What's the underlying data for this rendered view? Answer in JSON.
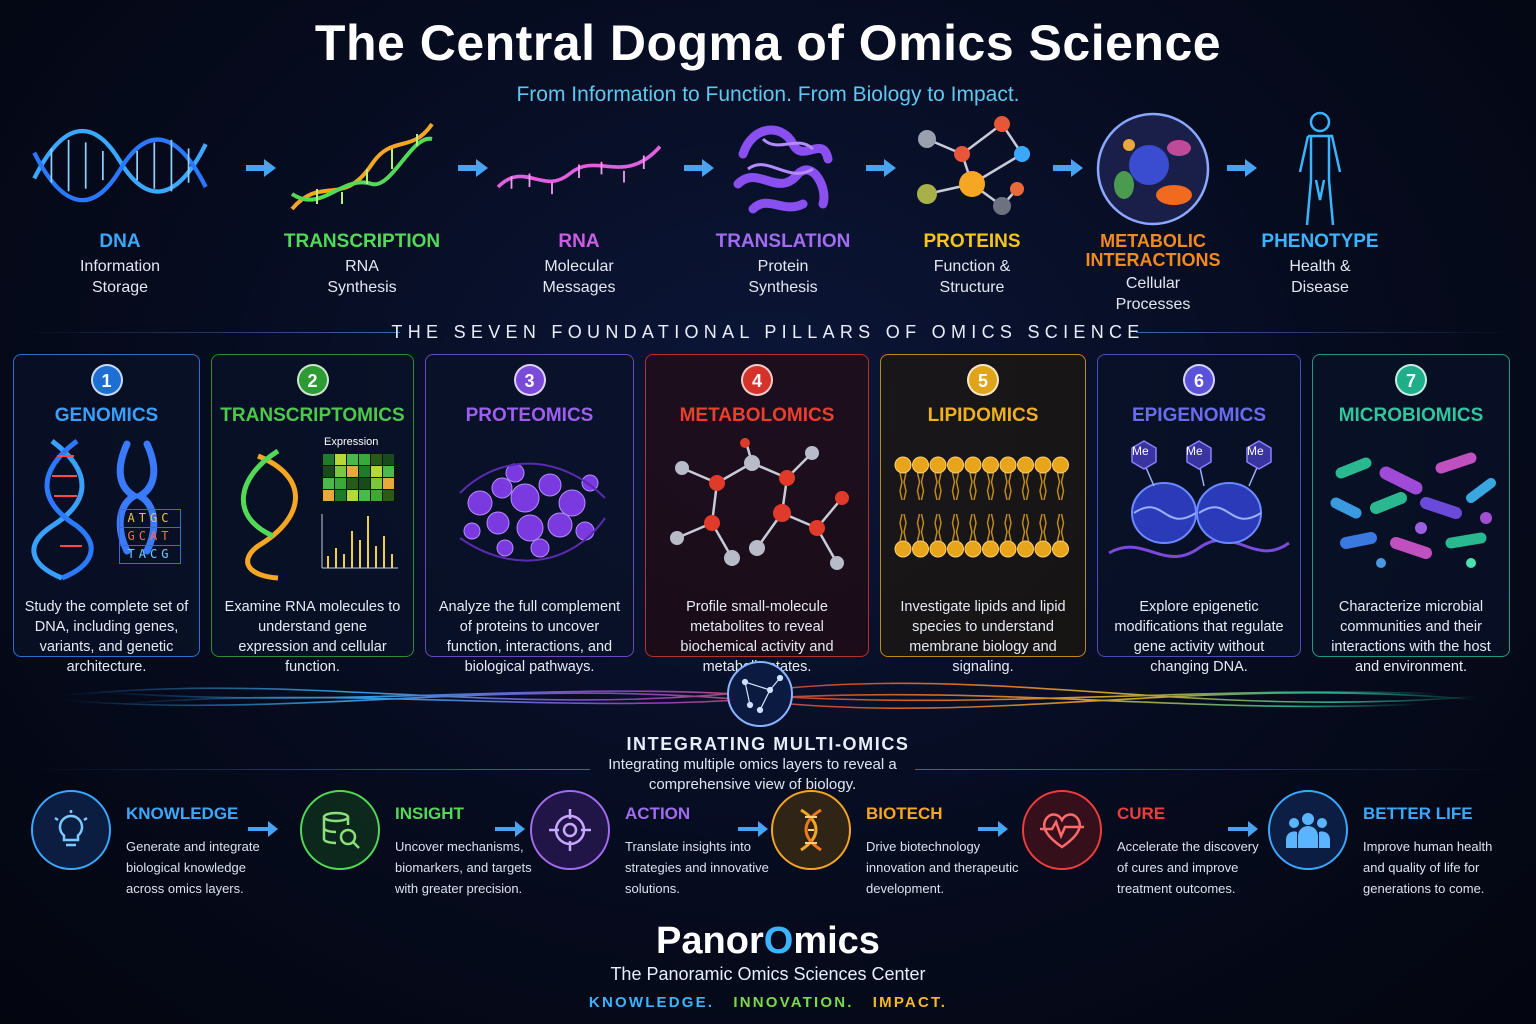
{
  "header": {
    "title": "The Central Dogma of Omics Science",
    "subtitle": "From Information to Function. From Biology to Impact."
  },
  "flow": [
    {
      "name": "DNA",
      "desc1": "Information",
      "desc2": "Storage",
      "color": "#3aa8ff",
      "icon": "dna-helix-icon"
    },
    {
      "name": "TRANSCRIPTION",
      "desc1": "RNA",
      "desc2": "Synthesis",
      "color": "#52d957",
      "icon": "transcription-helix-icon"
    },
    {
      "name": "RNA",
      "desc1": "Molecular",
      "desc2": "Messages",
      "color": "#cc5ee6",
      "icon": "rna-strand-icon"
    },
    {
      "name": "TRANSLATION",
      "desc1": "Protein",
      "desc2": "Synthesis",
      "color": "#a06cf0",
      "icon": "protein-folding-icon"
    },
    {
      "name": "PROTEINS",
      "desc1": "Function &",
      "desc2": "Structure",
      "color": "#f5c518",
      "icon": "molecule-network-icon"
    },
    {
      "name": "METABOLIC INTERACTIONS",
      "desc1": "Cellular",
      "desc2": "Processes",
      "color": "#f28a1e",
      "icon": "cell-icon"
    },
    {
      "name": "PHENOTYPE",
      "desc1": "Health &",
      "desc2": "Disease",
      "color": "#3ab4ff",
      "icon": "human-body-icon"
    }
  ],
  "pillars_heading": "THE SEVEN FOUNDATIONAL PILLARS OF OMICS SCIENCE",
  "pillars": [
    {
      "num": "1",
      "name": "GENOMICS",
      "color": "#3aa0ff",
      "desc": "Study the complete set of DNA, including genes, variants, and genetic architecture.",
      "sequence": [
        "ATGC",
        "GCAT",
        "TACG"
      ]
    },
    {
      "num": "2",
      "name": "TRANSCRIPTOMICS",
      "color": "#4cc94a",
      "desc": "Examine RNA molecules to understand gene expression and cellular function.",
      "heatmap_label": "Expression"
    },
    {
      "num": "3",
      "name": "PROTEOMICS",
      "color": "#9c5ff0",
      "desc": "Analyze the full complement of proteins to uncover function, interactions, and biological pathways."
    },
    {
      "num": "4",
      "name": "METABOLOMICS",
      "color": "#e8402c",
      "desc": "Profile small-molecule metabolites to reveal biochemical activity and metabolic states."
    },
    {
      "num": "5",
      "name": "LIPIDOMICS",
      "color": "#f0b020",
      "desc": "Investigate lipids and lipid species to understand membrane biology and signaling."
    },
    {
      "num": "6",
      "name": "EPIGENOMICS",
      "color": "#6a6cf0",
      "desc": "Explore epigenetic modifications that regulate gene activity without changing DNA.",
      "mark": "Me"
    },
    {
      "num": "7",
      "name": "MICROBIOMICS",
      "color": "#2fc6a0",
      "desc": "Characterize microbial communities and their interactions with the host and environment."
    }
  ],
  "integration": {
    "title": "INTEGRATING MULTI-OMICS",
    "desc": "Integrating multiple omics layers to reveal a comprehensive view of biology."
  },
  "outcomes": [
    {
      "title": "KNOWLEDGE",
      "desc": "Generate and integrate biological knowledge across omics layers.",
      "color": "#3aa8ff",
      "icon": "lightbulb-icon"
    },
    {
      "title": "INSIGHT",
      "desc": "Uncover mechanisms, biomarkers, and targets with greater precision.",
      "color": "#52d957",
      "icon": "database-search-icon"
    },
    {
      "title": "ACTION",
      "desc": "Translate insights into strategies and innovative solutions.",
      "color": "#a06cf0",
      "icon": "target-icon"
    },
    {
      "title": "BIOTECH",
      "desc": "Drive biotechnology innovation and therapeutic development.",
      "color": "#f5a623",
      "icon": "dna-badge-icon"
    },
    {
      "title": "CURE",
      "desc": "Accelerate the discovery of cures and improve treatment outcomes.",
      "color": "#ef3d3d",
      "icon": "heart-pulse-icon"
    },
    {
      "title": "BETTER LIFE",
      "desc": "Improve human health and quality of life for generations to come.",
      "color": "#3aa8ff",
      "icon": "people-icon"
    }
  ],
  "brand": {
    "name_prefix": "Panor",
    "name_o": "O",
    "name_suffix": "mics",
    "subtitle": "The Panoramic Omics Sciences Center",
    "tag1": "KNOWLEDGE.",
    "tag2": "INNOVATION.",
    "tag3": "IMPACT.",
    "tag_colors": [
      "#3ab4ff",
      "#7ad94a",
      "#f5b82a"
    ]
  }
}
